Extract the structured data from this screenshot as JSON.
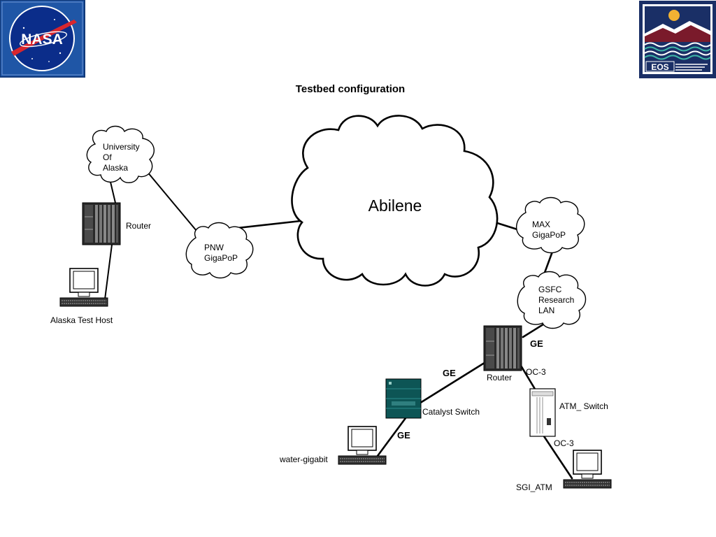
{
  "title": "Testbed configuration",
  "logos": {
    "left": "NASA",
    "right": "EOS"
  },
  "clouds": {
    "abilene": "Abilene",
    "alaska": [
      "University",
      "Of",
      "Alaska"
    ],
    "pnw": [
      "PNW",
      "GigaPoP"
    ],
    "max": [
      "MAX",
      "GigaPoP"
    ],
    "gsfc": [
      "GSFC",
      "Research",
      "LAN"
    ]
  },
  "devices": {
    "alaska_router": "Router",
    "alaska_host": "Alaska Test Host",
    "gsfc_router": "Router",
    "catalyst": "Catalyst Switch",
    "atm_switch": "ATM_ Switch",
    "water": "water-gigabit",
    "sgi": "SGI_ATM"
  },
  "links": {
    "ge_lan_router": "GE",
    "ge_router_catalyst": "GE",
    "ge_catalyst_water": "GE",
    "oc3_router_atm": "OC-3",
    "oc3_atm_sgi": "OC-3"
  },
  "colors": {
    "nasa_blue": "#1f56a6",
    "nasa_red": "#d8262e",
    "eos_navy": "#1a2f66",
    "catalyst_teal": "#0d5555",
    "router_dark": "#2a2a2a"
  }
}
